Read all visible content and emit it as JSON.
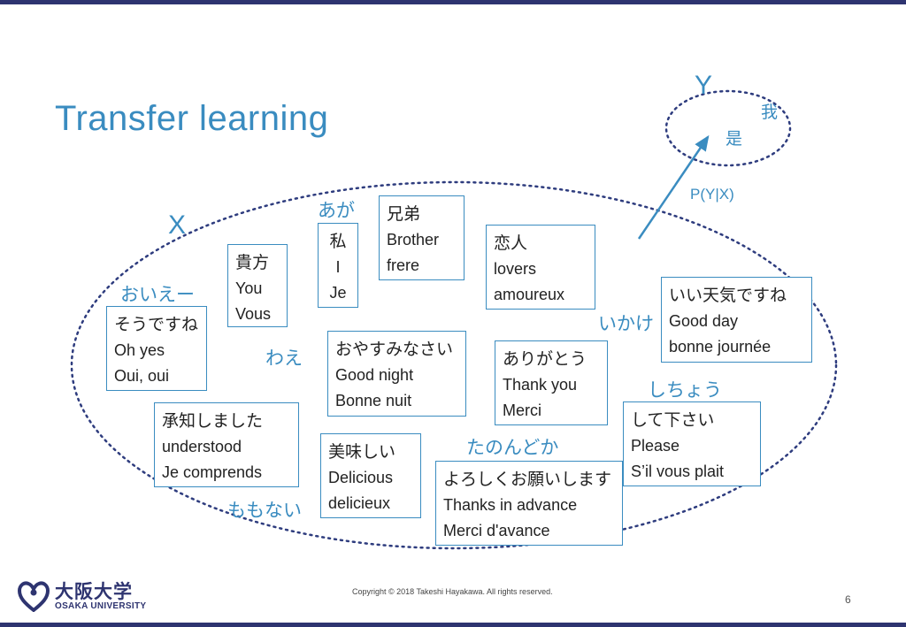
{
  "slide": {
    "title": "Transfer learning",
    "copyright": "Copyright © 2018 Takeshi Hayakawa. All rights reserved.",
    "page_number": "6"
  },
  "logo": {
    "jp": "大阪大学",
    "en": "OSAKA UNIVERSITY"
  },
  "diagram": {
    "x_label": "X",
    "y_label": "Y",
    "y_chars": [
      "我",
      "是"
    ],
    "arrow_label": "P(Y|X)",
    "boxes": [
      {
        "jp": "そうですね",
        "en": "Oh yes",
        "fr": "Oui, oui"
      },
      {
        "jp": "貴方",
        "en": "You",
        "fr": "Vous"
      },
      {
        "jp": "私",
        "en": "I",
        "fr": "Je"
      },
      {
        "jp": "兄弟",
        "en": "Brother",
        "fr": "frere"
      },
      {
        "jp": "恋人",
        "en": "lovers",
        "fr": "amoureux"
      },
      {
        "jp": "いい天気ですね",
        "en": "Good day",
        "fr": "bonne journée"
      },
      {
        "jp": "おやすみなさい",
        "en": "Good night",
        "fr": "Bonne nuit"
      },
      {
        "jp": "ありがとう",
        "en": "Thank you",
        "fr": "Merci"
      },
      {
        "jp": "承知しました",
        "en": "understood",
        "fr": "Je comprends"
      },
      {
        "jp": "美味しい",
        "en": "Delicious",
        "fr": "delicieux"
      },
      {
        "jp": "よろしくお願いします",
        "en": "Thanks in advance",
        "fr": "Merci d'avance"
      },
      {
        "jp": "して下さい",
        "en": "Please",
        "fr": "S’il vous plait"
      }
    ],
    "tags": [
      "おいえー",
      "あが",
      "わえ",
      "いかけ",
      "しちょう",
      "たのんどか",
      "ももない"
    ]
  }
}
